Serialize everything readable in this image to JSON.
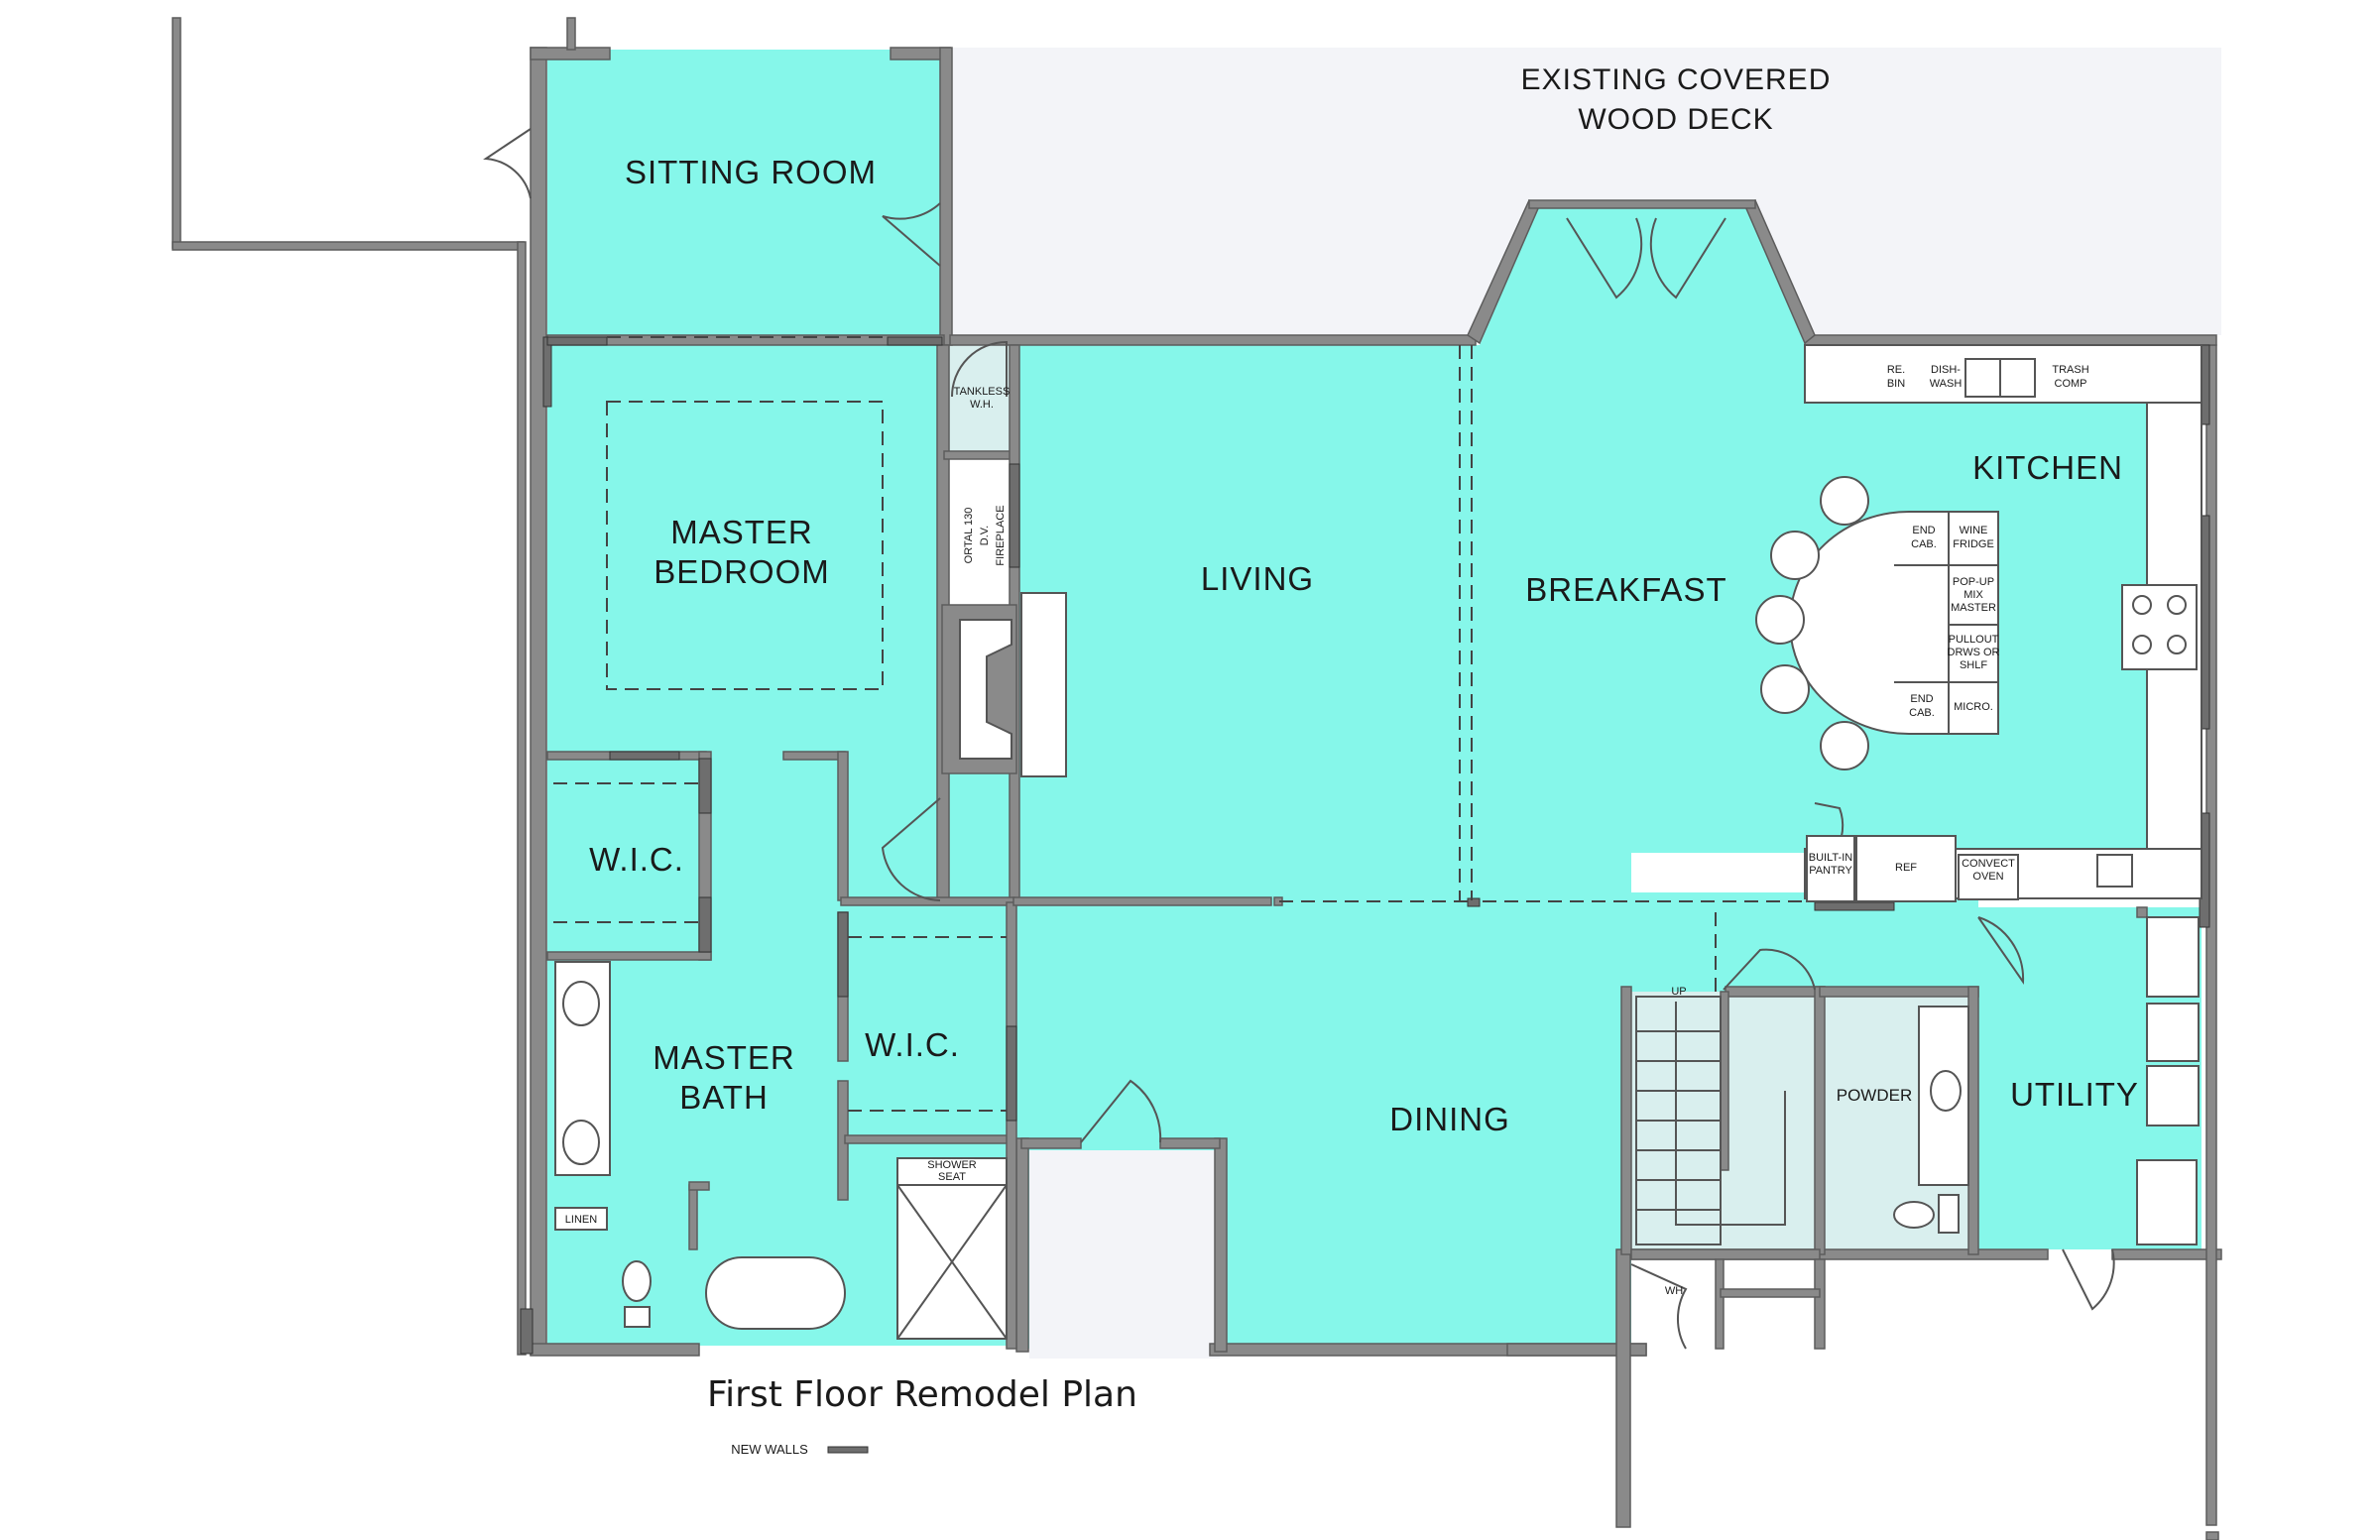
{
  "plan_title": "First Floor Remodel Plan",
  "legend_label": "NEW WALLS",
  "rooms": {
    "deck_line1": "EXISTING COVERED",
    "deck_line2": "WOOD DECK",
    "sitting_room": "SITTING ROOM",
    "master_bedroom_1": "MASTER",
    "master_bedroom_2": "BEDROOM",
    "living": "LIVING",
    "breakfast": "BREAKFAST",
    "kitchen": "KITCHEN",
    "wic_1": "W.I.C.",
    "wic_2": "W.I.C.",
    "master_bath_1": "MASTER",
    "master_bath_2": "BATH",
    "dining": "DINING",
    "powder": "POWDER",
    "utility": "UTILITY"
  },
  "fixtures": {
    "tankless_1": "TANKLESS",
    "tankless_2": "W.H.",
    "fireplace_1": "ORTAL 130",
    "fireplace_2": "D.V.",
    "fireplace_3": "FIREPLACE",
    "recycle_1": "RE.",
    "recycle_2": "BIN",
    "dishwash_1": "DISH-",
    "dishwash_2": "WASH",
    "trash_1": "TRASH",
    "trash_2": "COMP",
    "end_cab_top_1": "END",
    "end_cab_top_2": "CAB.",
    "wine_1": "WINE",
    "wine_2": "FRIDGE",
    "popup_1": "POP-UP",
    "popup_2": "MIX",
    "popup_3": "MASTER",
    "pullout_1": "PULLOUT",
    "pullout_2": "DRWS OR",
    "pullout_3": "SHLF",
    "end_cab_bot_1": "END",
    "end_cab_bot_2": "CAB.",
    "micro": "MICRO.",
    "pantry_1": "BUILT-IN",
    "pantry_2": "PANTRY",
    "ref": "REF",
    "convect_1": "CONVECT",
    "convect_2": "OVEN",
    "shower_1": "SHOWER",
    "shower_2": "SEAT",
    "linen": "LINEN",
    "up": "UP",
    "wh": "WH"
  },
  "colors": {
    "room_fill": "#86f7ea",
    "pale_fill": "#d9efee",
    "wall": "#8a8a8a"
  }
}
